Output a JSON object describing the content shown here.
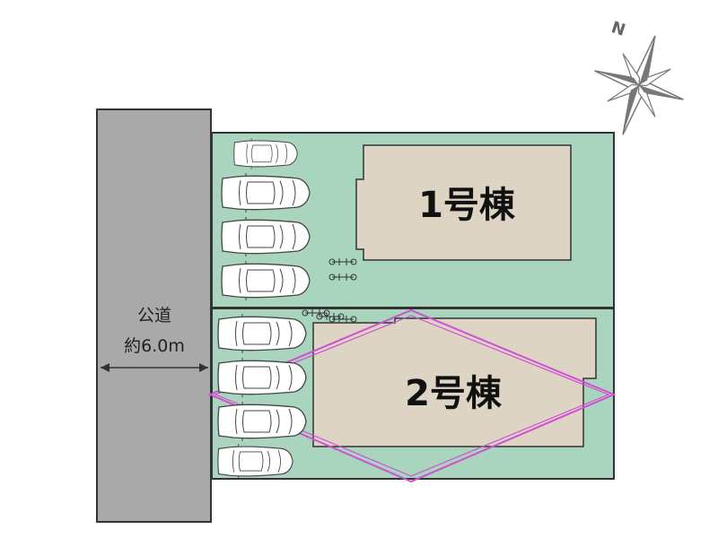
{
  "road": {
    "name": "公道",
    "width_label": "約6.0m"
  },
  "compass": {
    "north_label": "N"
  },
  "lots": [
    {
      "label": "1号棟",
      "parking_spaces": 4,
      "bicycles": 2
    },
    {
      "label": "2号棟",
      "parking_spaces": 4,
      "bicycles": 3
    }
  ],
  "colors": {
    "road": "#a9a9a9",
    "lot": "#a9d5be",
    "building": "#ddd4c3",
    "outline": "#333333",
    "highlight": "#d14fd6",
    "compass": "#777777"
  }
}
